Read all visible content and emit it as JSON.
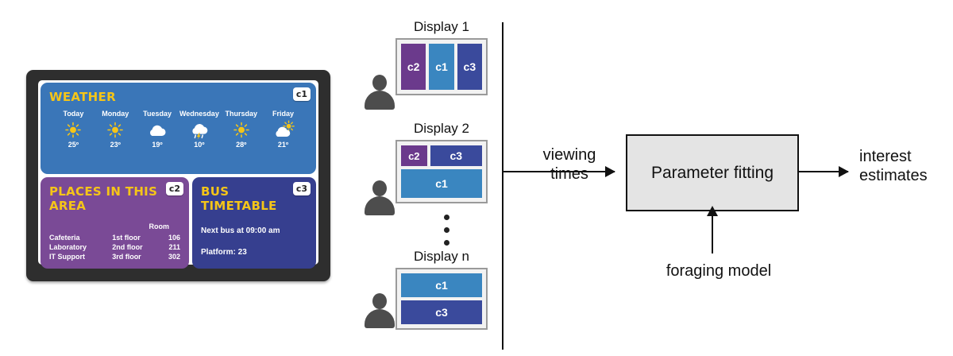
{
  "monitor": {
    "weather": {
      "title": "WEATHER",
      "badge": "c1",
      "days": [
        {
          "name": "Today",
          "icon": "sun-icon",
          "temp": "25º"
        },
        {
          "name": "Monday",
          "icon": "sun-icon",
          "temp": "23º"
        },
        {
          "name": "Tuesday",
          "icon": "cloud-icon",
          "temp": "19º"
        },
        {
          "name": "Wednesday",
          "icon": "thunderstorm-icon",
          "temp": "10º"
        },
        {
          "name": "Thursday",
          "icon": "sun-icon",
          "temp": "28º"
        },
        {
          "name": "Friday",
          "icon": "partly-cloudy-icon",
          "temp": "21º"
        }
      ]
    },
    "places": {
      "title": "PLACES IN THIS AREA",
      "badge": "c2",
      "room_header": "Room",
      "rows": [
        {
          "name": "Cafeteria",
          "floor": "1st  floor",
          "room": "106"
        },
        {
          "name": "Laboratory",
          "floor": "2nd  floor",
          "room": "211"
        },
        {
          "name": "IT Support",
          "floor": "3rd  floor",
          "room": "302"
        }
      ]
    },
    "bus": {
      "title": "BUS TIMETABLE",
      "badge": "c3",
      "next_bus": "Next bus at 09:00 am",
      "platform": "Platform: 23"
    }
  },
  "displays": [
    {
      "label": "Display 1",
      "layout": "columns",
      "blocks": [
        {
          "id": "c2",
          "color": "#6b3a8c"
        },
        {
          "id": "c1",
          "color": "#3a86c0"
        },
        {
          "id": "c3",
          "color": "#3a4a9c"
        }
      ]
    },
    {
      "label": "Display 2",
      "layout": "mixed",
      "blocks": [
        {
          "id": "c2",
          "color": "#6b3a8c"
        },
        {
          "id": "c3",
          "color": "#3a4a9c"
        },
        {
          "id": "c1",
          "color": "#3a86c0"
        }
      ]
    },
    {
      "label": "Display n",
      "layout": "rows",
      "blocks": [
        {
          "id": "c1",
          "color": "#3a86c0"
        },
        {
          "id": "c3",
          "color": "#3a4a9c"
        }
      ]
    }
  ],
  "flow": {
    "input_label": "viewing\ntimes",
    "process_label": "Parameter fitting",
    "output_label": "interest\nestimates",
    "model_label": "foraging model"
  },
  "colors": {
    "c1": "#3a86c0",
    "c2": "#6b3a8c",
    "c3": "#3a4a9c",
    "weather_panel": "#3a76b8",
    "places_panel": "#7a4a96",
    "bus_panel": "#363f8f",
    "accent_yellow": "#f5c518",
    "bezel": "#2e2e2e",
    "person": "#4d4d4d",
    "box_fill": "#e4e4e4"
  }
}
